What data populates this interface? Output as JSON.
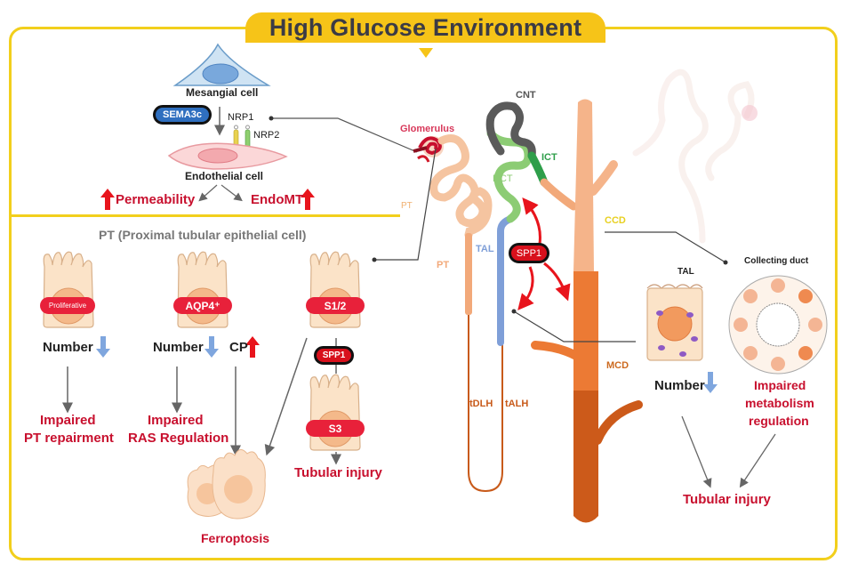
{
  "title": "High Glucose Environment",
  "colors": {
    "frame": "#f2cf1c",
    "banner": "#f6c418",
    "emphasis_red": "#c8102e",
    "arrow_up": "#e8141c",
    "arrow_down": "#7fa6de",
    "pt_tubule": "#f5c4a0",
    "dct": "#8ccc74",
    "ict": "#2e9e4a",
    "cnt": "#555555",
    "tal": "#7f9fd8",
    "mcd": "#ec7a34",
    "mcd_dark": "#cc5a1a"
  },
  "glomerular": {
    "mesangial_label": "Mesangial cell",
    "sema3c_label": "SEMA3c",
    "nrp1_label": "NRP1",
    "nrp2_label": "NRP2",
    "endothelial_label": "Endothelial cell",
    "permeability_label": "Permeability",
    "endomt_label": "EndoMT",
    "permeability_direction": "up",
    "endomt_direction": "up"
  },
  "pt_section": {
    "heading": "PT (Proximal tubular epithelial cell)",
    "cells": [
      {
        "band_label": "Proliferative",
        "change_label": "Number",
        "direction": "down",
        "outcome_line1": "Impaired",
        "outcome_line2": "PT repairment"
      },
      {
        "band_label": "AQP4⁺",
        "change_label": "Number",
        "direction": "down",
        "extra_label": "CP",
        "extra_direction": "up",
        "outcome_line1": "Impaired",
        "outcome_line2": "RAS Regulation"
      },
      {
        "band_label": "S1/2"
      },
      {
        "band_label": "S3",
        "outcome_line1": "Tubular injury"
      }
    ],
    "spp1_label": "SPP1",
    "ferroptosis_label": "Ferroptosis"
  },
  "nephron": {
    "glomerulus": "Glomerulus",
    "pt_upper": "PT",
    "pt_lower": "PT",
    "cnt": "CNT",
    "ict": "ICT",
    "dct": "DCT",
    "tal": "TAL",
    "spp1": "SPP1",
    "ccd": "CCD",
    "mcd": "MCD",
    "tdlh": "tDLH",
    "talh": "tALH"
  },
  "right_panel": {
    "tal_label": "TAL",
    "collecting_duct_label": "Collecting duct",
    "tal_change": "Number",
    "tal_direction": "down",
    "cd_outcome_line1": "Impaired",
    "cd_outcome_line2": "metabolism",
    "cd_outcome_line3": "regulation",
    "final_outcome": "Tubular injury"
  }
}
